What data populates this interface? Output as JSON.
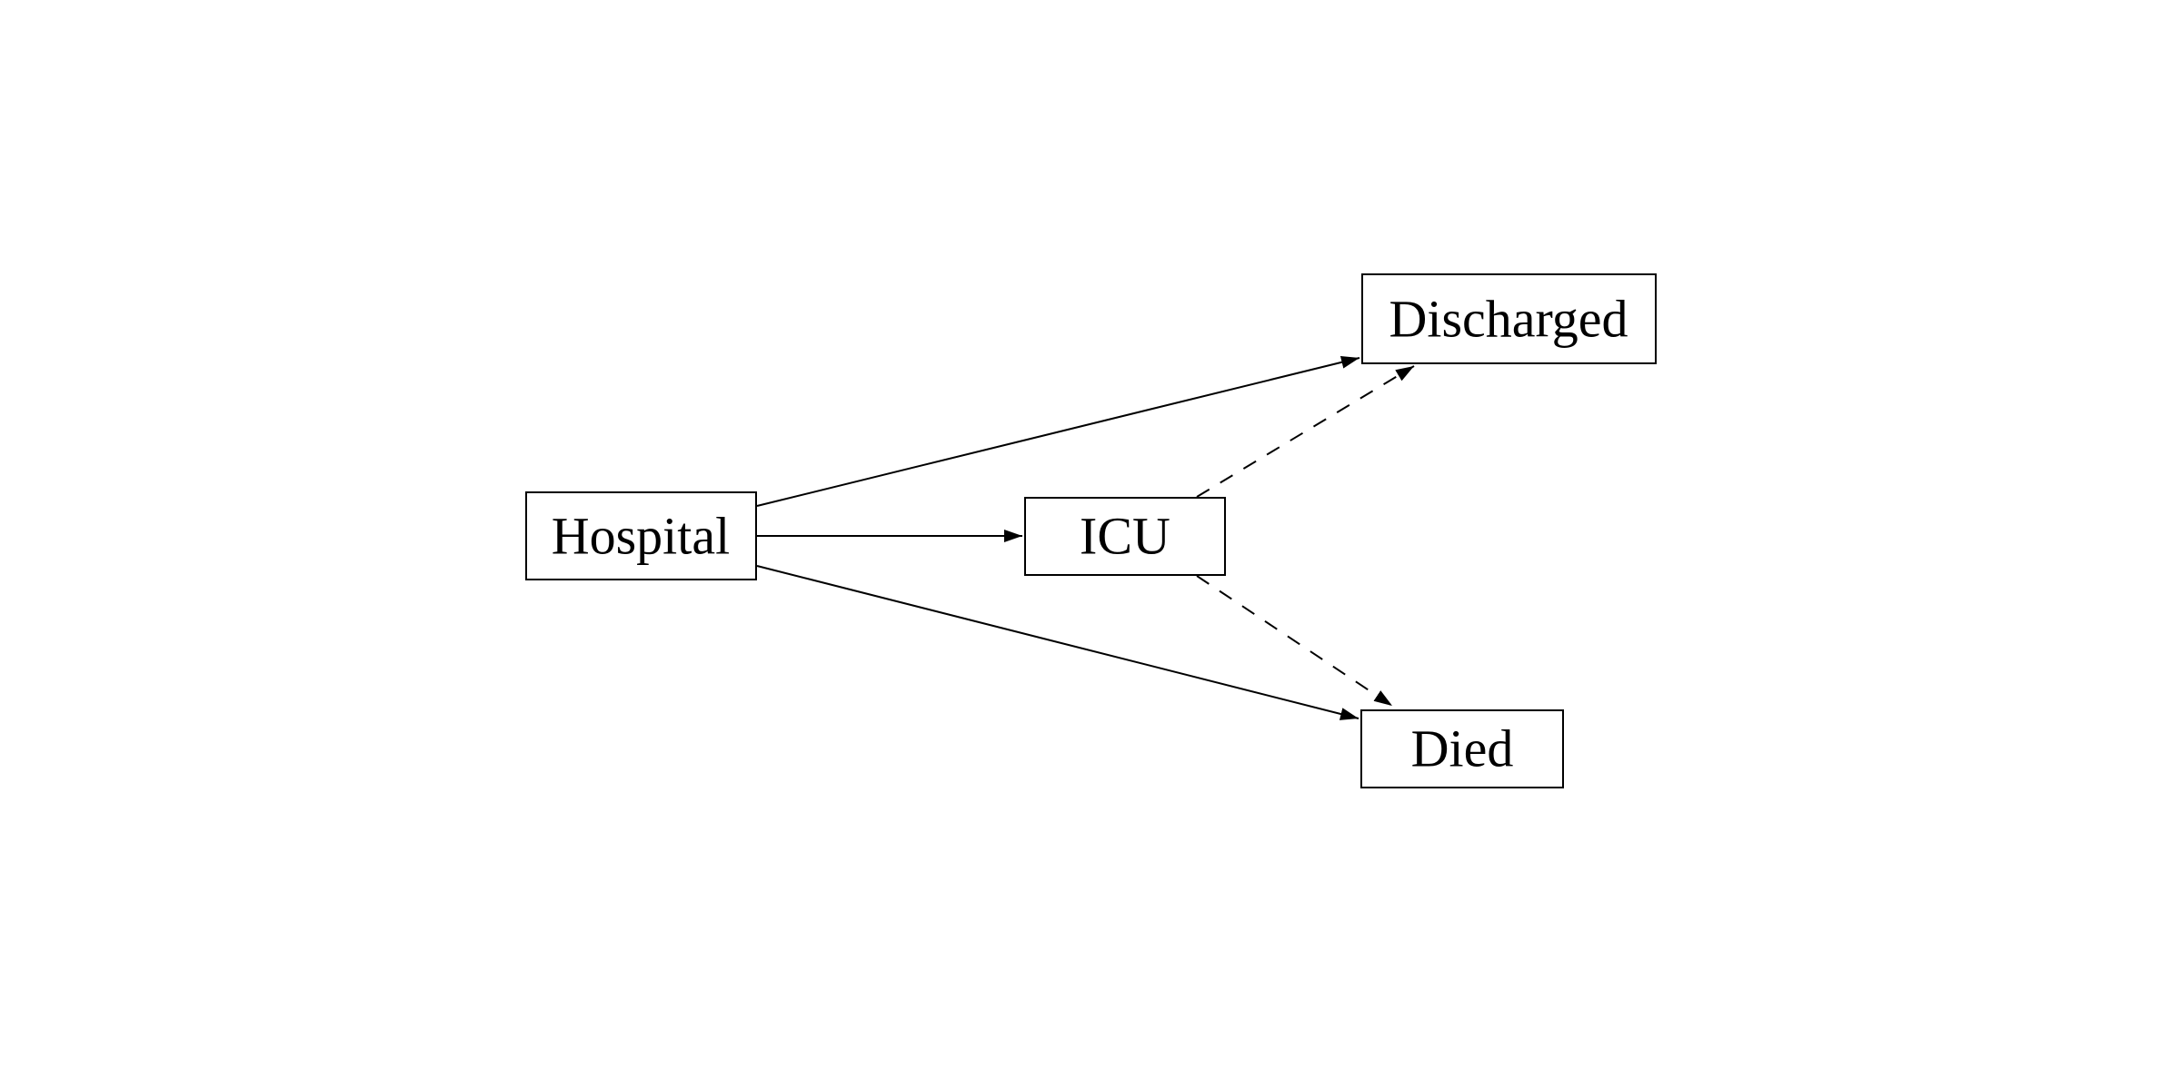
{
  "diagram": {
    "type": "directed-graph",
    "background_color": "#ffffff",
    "stroke_color": "#000000",
    "nodes": {
      "hospital": {
        "label": "Hospital"
      },
      "icu": {
        "label": "ICU"
      },
      "discharged": {
        "label": "Discharged"
      },
      "died": {
        "label": "Died"
      }
    },
    "edges": [
      {
        "from": "Hospital",
        "to": "Discharged",
        "style": "solid",
        "arrow": "triangle"
      },
      {
        "from": "Hospital",
        "to": "ICU",
        "style": "solid",
        "arrow": "triangle"
      },
      {
        "from": "Hospital",
        "to": "Died",
        "style": "solid",
        "arrow": "triangle"
      },
      {
        "from": "ICU",
        "to": "Discharged",
        "style": "dashed",
        "arrow": "triangle"
      },
      {
        "from": "ICU",
        "to": "Died",
        "style": "dashed",
        "arrow": "triangle"
      }
    ]
  }
}
